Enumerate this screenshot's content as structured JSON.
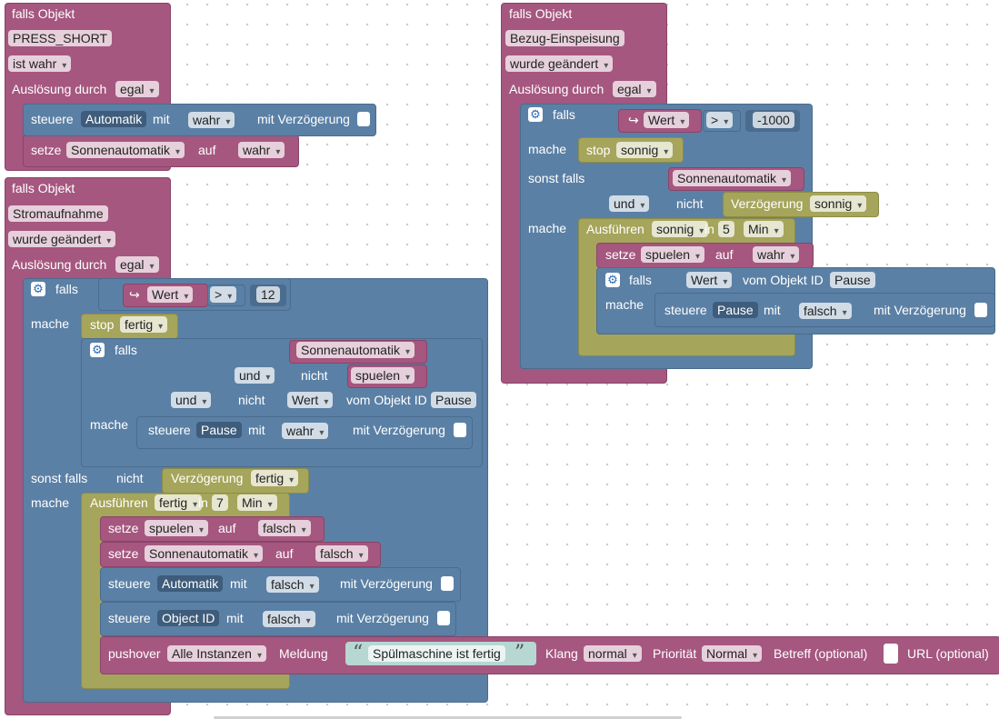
{
  "t": {
    "falls_objekt": "falls Objekt",
    "ausloesung": "Auslösung durch",
    "egal": "egal",
    "falls": "falls",
    "mache": "mache",
    "sonst_falls": "sonst falls",
    "steuere": "steuere",
    "setze": "setze",
    "mit": "mit",
    "auf": "auf",
    "mit_verz": "mit Verzögerung",
    "wahr": "wahr",
    "falsch": "falsch",
    "wert": "Wert",
    "gt": ">",
    "stop": "stop",
    "und": "und",
    "nicht": "nicht",
    "verz": "Verzögerung",
    "vom_obj": "vom Objekt ID",
    "ausfuehren": "Ausführen",
    "in": "in",
    "min": "Min",
    "arrow": "↪",
    "gear": "⚙",
    "q_open": "“",
    "q_close": "”"
  },
  "block1": {
    "object_id": "PRESS_SHORT",
    "condition": "ist wahr",
    "steuere_target": "Automatik",
    "setze_var": "Sonnenautomatik"
  },
  "block2": {
    "object_id": "Stromaufnahme",
    "condition": "wurde geändert",
    "compare_value": "12",
    "timer": "fertig",
    "var_sonnenautomatik": "Sonnenautomatik",
    "var_spuelen": "spuelen",
    "object_pause": "Pause",
    "delay": "7",
    "object_automatik": "Automatik",
    "object_generic": "Object ID",
    "pushover": "pushover",
    "pushover_inst": "Alle Instanzen",
    "meldung": "Meldung",
    "message": "Spülmaschine ist fertig",
    "klang": "Klang",
    "klang_val": "normal",
    "prioritaet": "Priorität",
    "prio_val": "Normal",
    "betreff": "Betreff (optional)",
    "url": "URL (optional)"
  },
  "block3": {
    "object_id": "Bezug-Einspeisung",
    "condition": "wurde geändert",
    "compare_value": "-1000",
    "timer": "sonnig",
    "var_sonnenautomatik": "Sonnenautomatik",
    "delay": "5",
    "var_spuelen": "spuelen",
    "object_pause": "Pause"
  },
  "colors": {
    "event": "#a5577f",
    "logic": "#5b80a5",
    "timer": "#a5a55b",
    "string": "#5ba58c"
  }
}
